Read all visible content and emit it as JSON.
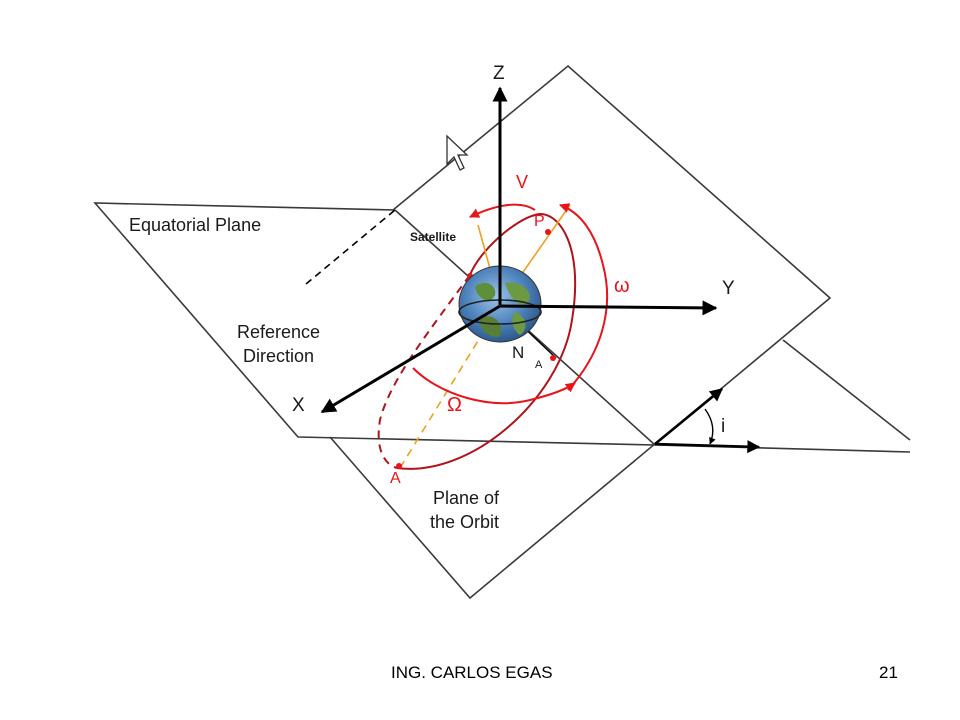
{
  "diagram": {
    "labels": {
      "z_axis": "Z",
      "y_axis": "Y",
      "x_axis": "X",
      "equatorial_plane": "Equatorial Plane",
      "reference_direction_line1": "Reference",
      "reference_direction_line2": "Direction",
      "plane_orbit_line1": "Plane of",
      "plane_orbit_line2": "the Orbit",
      "satellite": "Satellite",
      "perigee": "P",
      "apogee": "A",
      "node": "N",
      "node_sub": "A",
      "velocity": "V",
      "arg_perigee": "ω",
      "raan": "Ω",
      "inclination": "i"
    },
    "colors": {
      "orbit": "#b0141a",
      "arc": "#e8141a",
      "apsides_line": "#f0a020",
      "axis": "#000000",
      "plane_outline": "#3a3a3a"
    },
    "icons": [
      "earth-icon",
      "mouse-cursor-icon"
    ]
  },
  "footer": {
    "author": "ING. CARLOS EGAS",
    "page_number": "21"
  }
}
